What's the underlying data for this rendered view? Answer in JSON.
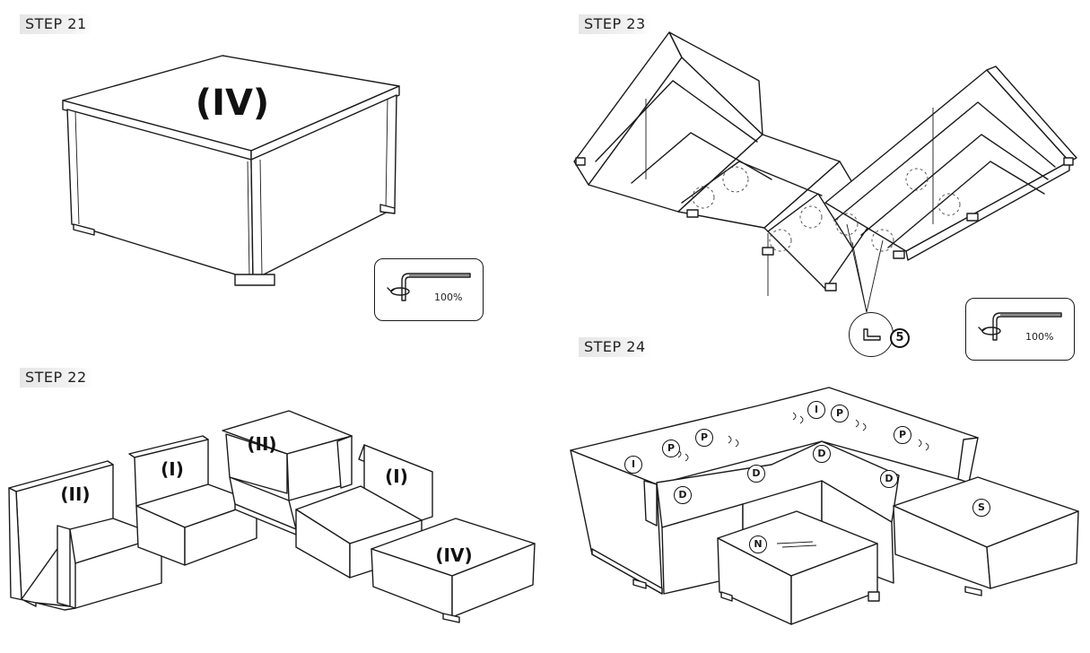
{
  "steps": [
    {
      "label": "STEP 21"
    },
    {
      "label": "STEP 22"
    },
    {
      "label": "STEP 23"
    },
    {
      "label": "STEP 24"
    }
  ],
  "step21": {
    "module_label": "(IV)",
    "tool_torque": "100%",
    "tool_icon": "allen-key-icon"
  },
  "step22": {
    "labels": [
      "(II)",
      "(I)",
      "(II)",
      "(I)",
      "(IV)"
    ]
  },
  "step23": {
    "tool_torque": "100%",
    "callout_number": "5",
    "tool_icon": "allen-key-icon",
    "part_icon": "bracket-icon"
  },
  "step24": {
    "part_codes": [
      "I",
      "P",
      "P",
      "I",
      "P",
      "P",
      "D",
      "D",
      "D",
      "D",
      "S",
      "N"
    ]
  }
}
